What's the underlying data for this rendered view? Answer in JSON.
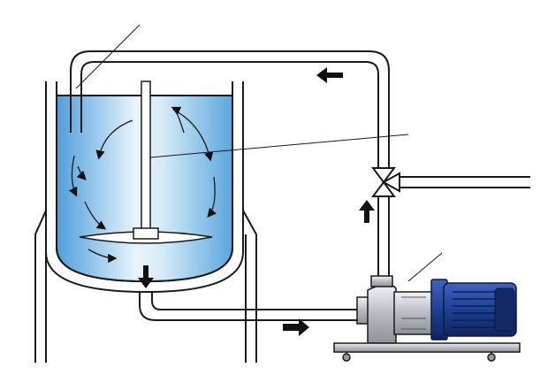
{
  "diagram": {
    "description_visible_text": [],
    "colors": {
      "liquid_dark": "#5aa6df",
      "liquid_light": "#e6f3fb",
      "pipe_outline": "#1a1a1a",
      "pipe_fill": "#ffffff",
      "motor_blue": "#1e3f94",
      "motor_dark": "#142a66",
      "pump_steel": "#c9ccd1",
      "arrow_black": "#111111"
    },
    "icons": {
      "flow_arrow": "flow-arrow-icon",
      "valve": "three-way-valve-icon",
      "circulation": "circulation-arrow-icon"
    },
    "components": [
      "tank",
      "agitator",
      "return-pipe",
      "outlet-pipe",
      "three-way-valve",
      "inlet-pipe",
      "pump",
      "motor",
      "base-frame"
    ]
  }
}
